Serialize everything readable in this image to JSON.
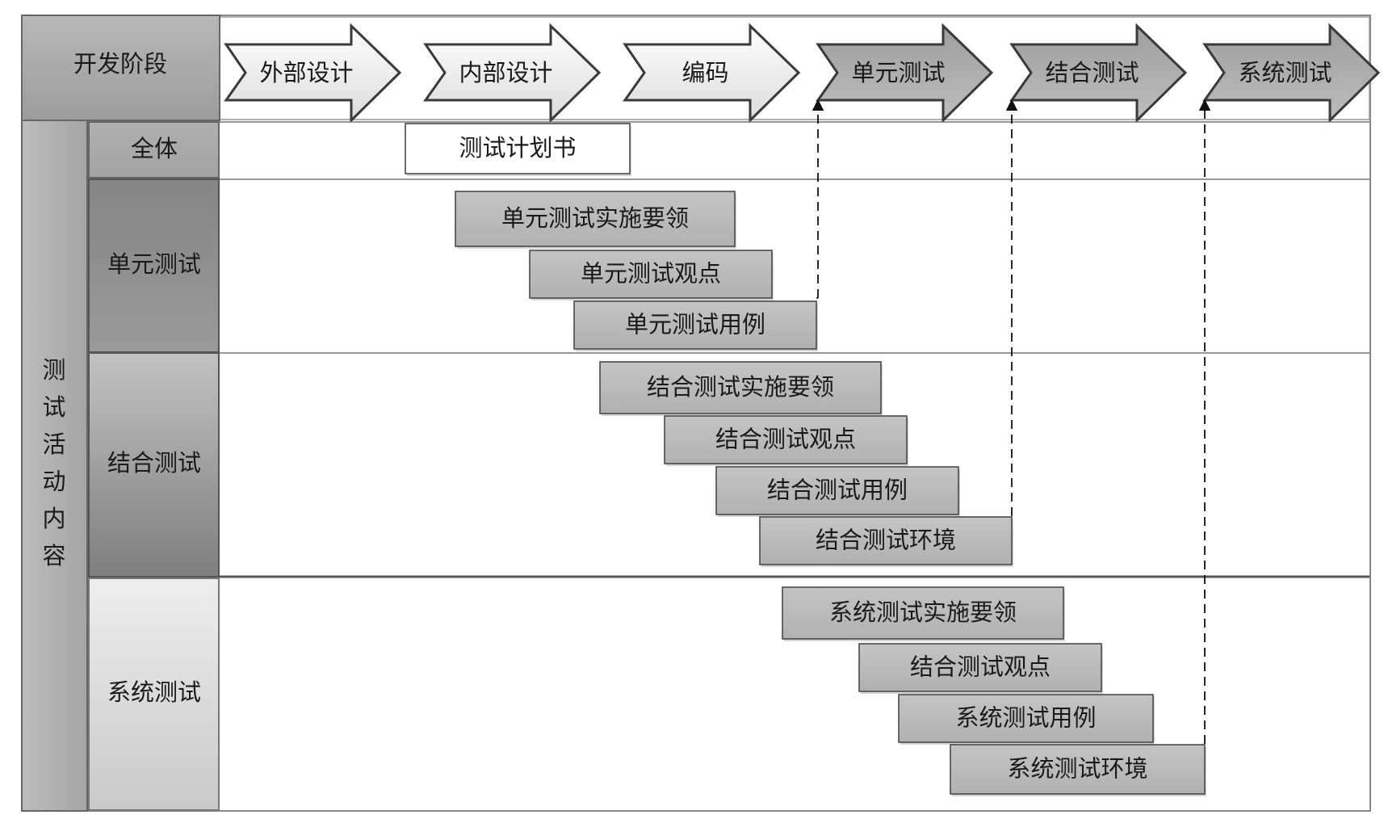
{
  "header": {
    "label": "开发阶段",
    "phases": [
      {
        "label": "外部设计",
        "dark": false
      },
      {
        "label": "内部设计",
        "dark": false
      },
      {
        "label": "编码",
        "dark": false
      },
      {
        "label": "单元测试",
        "dark": true
      },
      {
        "label": "结合测试",
        "dark": true
      },
      {
        "label": "系统测试",
        "dark": true
      }
    ]
  },
  "side": {
    "main_label": "测试活动内容",
    "rows": [
      {
        "label": "全体"
      },
      {
        "label": "单元测试"
      },
      {
        "label": "结合测试"
      },
      {
        "label": "系统测试"
      }
    ]
  },
  "tasks": {
    "overall": [
      {
        "label": "测试计划书"
      }
    ],
    "unit": [
      {
        "label": "单元测试实施要领"
      },
      {
        "label": "单元测试观点"
      },
      {
        "label": "单元测试用例"
      }
    ],
    "integration": [
      {
        "label": "结合测试实施要领"
      },
      {
        "label": "结合测试观点"
      },
      {
        "label": "结合测试用例"
      },
      {
        "label": "结合测试环境"
      }
    ],
    "system": [
      {
        "label": "系统测试实施要领"
      },
      {
        "label": "结合测试观点"
      },
      {
        "label": "系统测试用例"
      },
      {
        "label": "系统测试环境"
      }
    ]
  }
}
